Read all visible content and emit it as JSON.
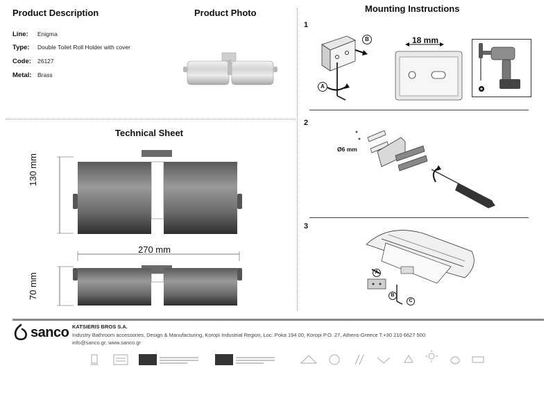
{
  "headings": {
    "product_description": "Product Description",
    "product_photo": "Product Photo",
    "mounting_instructions": "Mounting Instructions",
    "technical_sheet": "Technical Sheet"
  },
  "specs": [
    {
      "key": "Line:",
      "value": "Enigma"
    },
    {
      "key": "Type:",
      "value": "Double Toilet Roll Holder with cover"
    },
    {
      "key": "Code:",
      "value": "26127"
    },
    {
      "key": "Metal:",
      "value": "Brass"
    }
  ],
  "dimensions": {
    "height_front": "130 mm",
    "width": "270 mm",
    "depth": "70 mm"
  },
  "steps": {
    "step1": {
      "number": "1",
      "label_a": "A",
      "label_b": "B",
      "hole_distance": "18 mm"
    },
    "step2": {
      "number": "2",
      "drill_diameter": "Ø6 mm"
    },
    "step3": {
      "number": "3",
      "label_a": "A",
      "label_b": "B",
      "label_c": "C"
    }
  },
  "footer": {
    "brand": "sanco",
    "company": "KATSIERIS BROS S.A.",
    "line1": "Industry Bathroom accessories, Design & Manufacturing, Koropi Industrial Region, Loc. Poka 194 00, Koropi P.O. 27, Athens-Greece   T.+30 210 6627 500",
    "line2": "info@sanco.gr, www.sanco.gr"
  },
  "colors": {
    "roll_dark": "#3a3a3a",
    "roll_light": "#8f8f8f",
    "footer_bar": "#8a8a8a"
  }
}
